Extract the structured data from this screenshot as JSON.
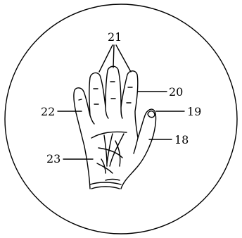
{
  "figure": {
    "labels": {
      "thumb_base": "18",
      "thumb_tip": "19",
      "finger_joint": "20",
      "fingertips": "21",
      "little_finger": "22",
      "palm": "23"
    },
    "icons": [
      "hand-icon"
    ]
  }
}
